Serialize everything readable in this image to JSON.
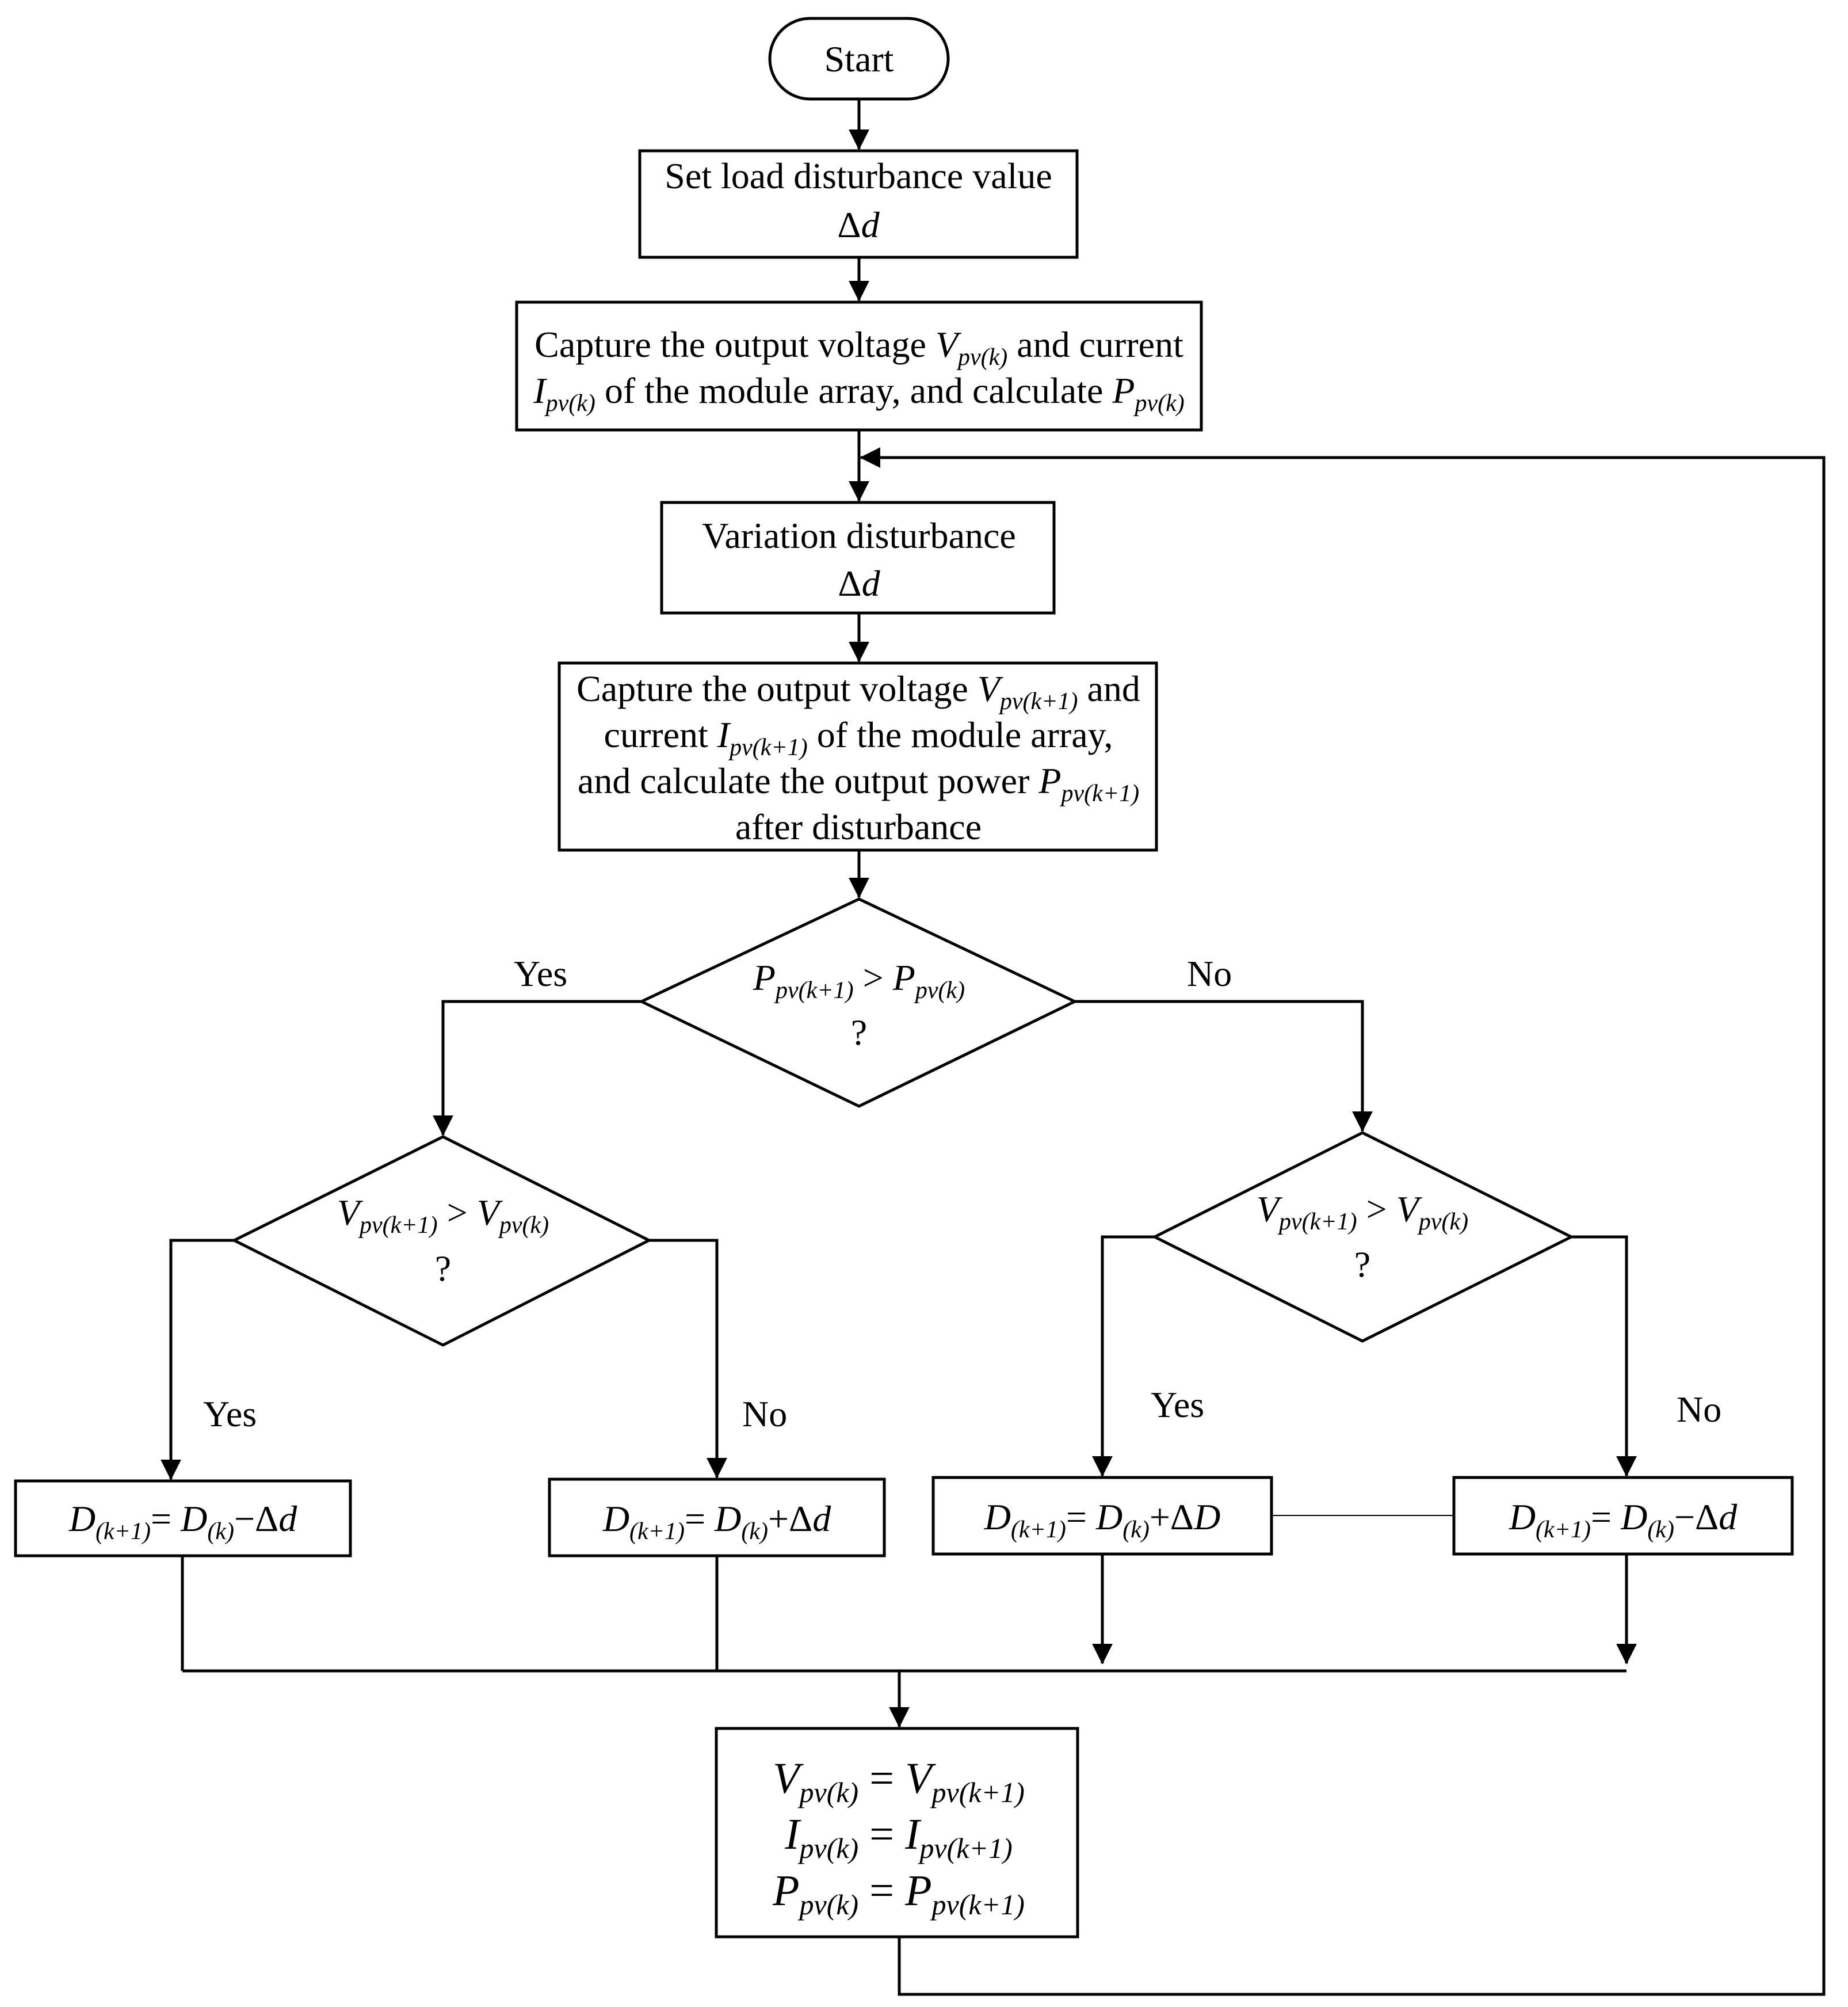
{
  "start": {
    "label": "Start"
  },
  "set_load": {
    "line1": "Set load disturbance value",
    "delta": "Δ",
    "d": "d"
  },
  "capture1": {
    "t1": "Capture the output voltage ",
    "V": "V",
    "V_sub": "pv(k)",
    "t2": " and current",
    "I": "I",
    "I_sub": "pv(k)",
    "t3": " of the module array, and calculate ",
    "P": "P",
    "P_sub": "pv(k)"
  },
  "variation": {
    "line1": "Variation disturbance",
    "delta": "Δ",
    "d": "d"
  },
  "capture2": {
    "t1": "Capture the output voltage ",
    "V": "V",
    "V_sub": "pv(k+1)",
    "t2": " and",
    "t3": "current ",
    "I": "I",
    "I_sub": "pv(k+1)",
    "t4": " of the module array,",
    "t5": "and calculate the output power ",
    "P": "P",
    "P_sub": "pv(k+1)",
    "t6": "after disturbance"
  },
  "decision_power": {
    "P1": "P",
    "P1_sub": "pv(k+1)",
    "op": " > ",
    "P2": "P",
    "P2_sub": "pv(k)",
    "q": "?"
  },
  "decision_voltage_left": {
    "V1": "V",
    "V1_sub": "pv(k+1)",
    "op": " > ",
    "V2": "V",
    "V2_sub": "pv(k)",
    "q": "?"
  },
  "decision_voltage_right": {
    "V1": "V",
    "V1_sub": "pv(k+1)",
    "op": " > ",
    "V2": "V",
    "V2_sub": "pv(k)",
    "q": "?"
  },
  "branch_labels": {
    "yes_top": "Yes",
    "no_top": "No",
    "yes_left": "Yes",
    "no_left": "No",
    "yes_right": "Yes",
    "no_right": "No"
  },
  "action1": {
    "D1": "D",
    "D1_sub": "(k+1)",
    "eq": "= ",
    "D2": "D",
    "D2_sub": "(k)",
    "op": "−Δ",
    "d": "d"
  },
  "action2": {
    "D1": "D",
    "D1_sub": "(k+1)",
    "eq": "= ",
    "D2": "D",
    "D2_sub": "(k)",
    "op": "+Δ",
    "d": "d"
  },
  "action3": {
    "D1": "D",
    "D1_sub": "(k+1)",
    "eq": "= ",
    "D2": "D",
    "D2_sub": "(k)",
    "op": "+Δ",
    "d": "D"
  },
  "action4": {
    "D1": "D",
    "D1_sub": "(k+1)",
    "eq": "= ",
    "D2": "D",
    "D2_sub": "(k)",
    "op": "−Δ",
    "d": "d"
  },
  "update": {
    "row1": {
      "L": "V",
      "L_sub": "pv(k)",
      "eq": " = ",
      "R": "V",
      "R_sub": "pv(k+1)"
    },
    "row2": {
      "L": "I",
      "L_sub": "pv(k)",
      "eq": " = ",
      "R": "I",
      "R_sub": "pv(k+1)"
    },
    "row3": {
      "L": "P",
      "L_sub": "pv(k)",
      "eq": " = ",
      "R": "P",
      "R_sub": "pv(k+1)"
    }
  }
}
